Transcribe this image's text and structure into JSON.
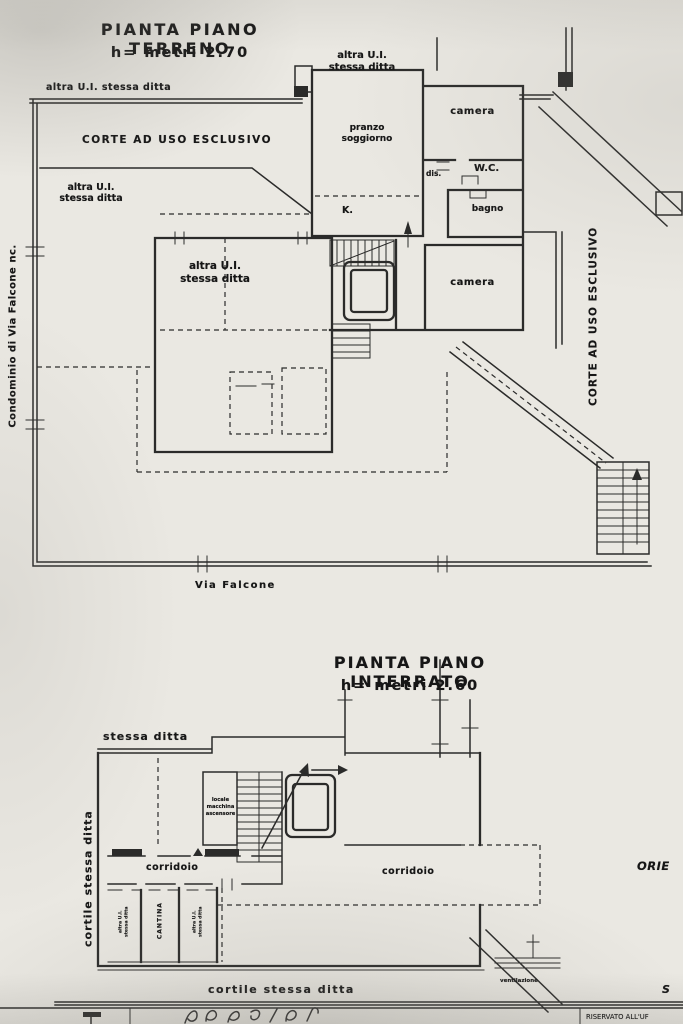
{
  "ground_floor": {
    "title": "PIANTA PIANO TERRENO",
    "height_note": "h=  metri  2.70",
    "labels": {
      "boundary_left_vertical": "Condominio di Via Falcone nc.",
      "parcel_top_left": "altra U.I. stessa ditta",
      "court_left": "CORTE AD USO ESCLUSIVO",
      "parcel_mid_left": "altra U.I.\nstessa ditta",
      "parcel_top_center": "altra U.I.\nstessa ditta",
      "living_room": "pranzo\nsoggiorno",
      "bedroom_upper": "camera",
      "hallway": "dis.",
      "wc": "W.C.",
      "bathroom": "bagno",
      "kitchen": "K.",
      "bedroom_lower": "camera",
      "parcel_center": "altra U.I.\nstessa ditta",
      "court_right_vertical": "CORTE AD USO ESCLUSIVO",
      "street": "Via Falcone"
    }
  },
  "basement": {
    "title": "PIANTA PIANO INTERRATO",
    "height_note": "h=  metri  2.60",
    "labels": {
      "parcel_top": "stessa ditta",
      "court_left_vertical": "cortile stessa ditta",
      "lift_machine_room": "locale\nmacchina\nascensore",
      "corridor_left": "corridoio",
      "corridor_right": "corridoio",
      "cellar_left": "altra U.I.\nstessa ditta",
      "cellar_center": "CANTINA",
      "cellar_right": "altra U.I.\nstessa ditta",
      "court_bottom": "cortile stessa ditta",
      "ventilation": "ventilazione"
    }
  },
  "margins": {
    "orientation_fragment": "ORIE",
    "south_fragment": "S"
  },
  "footer": {
    "office_stamp_fragment": "RISERVATO ALL'UF"
  }
}
